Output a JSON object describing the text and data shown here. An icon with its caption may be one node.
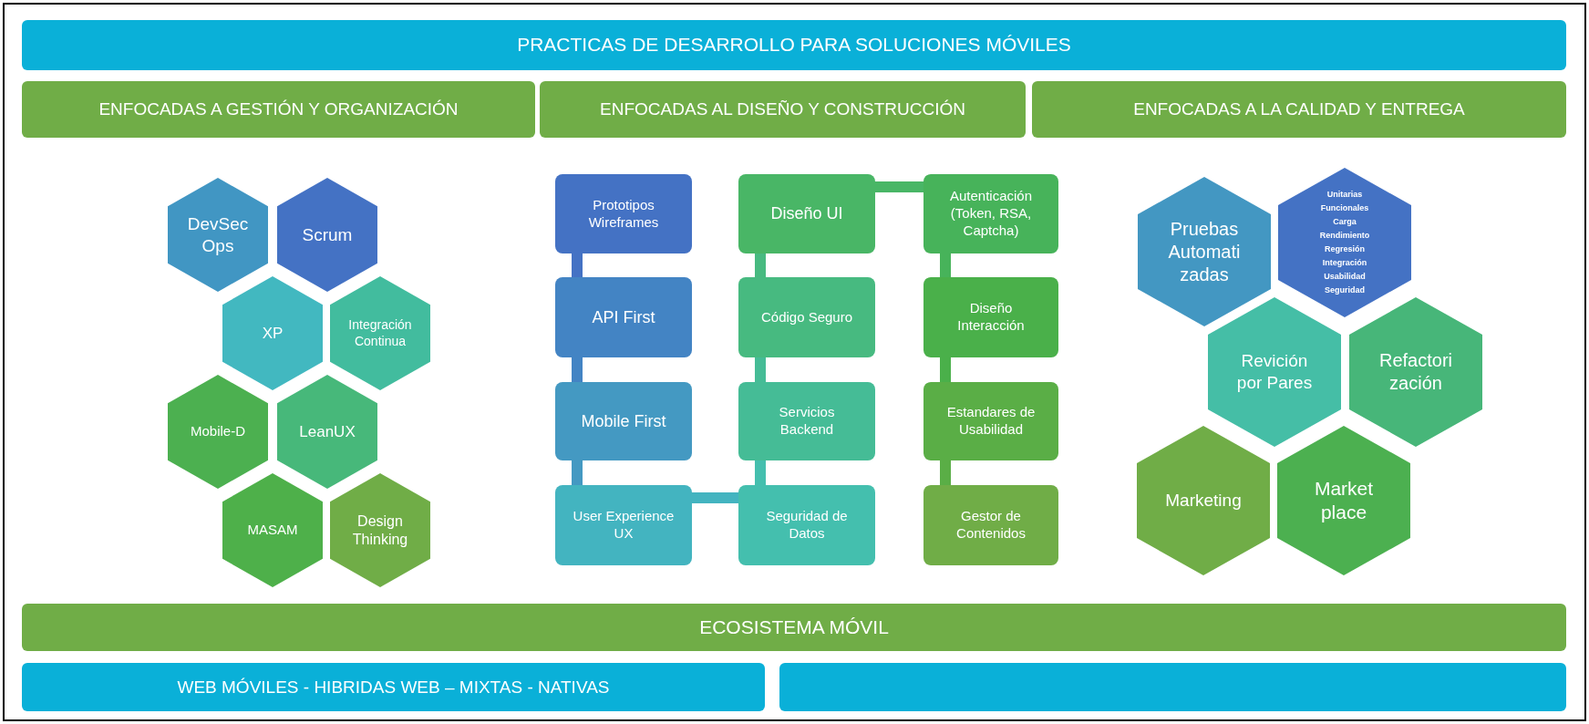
{
  "diagram": {
    "nodes": [
      {
        "text": [
          "PRACTICAS DE DESARROLLO PARA SOLUCIONES MÓVILES"
        ]
      },
      {
        "text": [
          "ENFOCADAS A GESTIÓN Y ORGANIZACIÓN"
        ]
      },
      {
        "text": [
          "ENFOCADAS AL DISEÑO Y CONSTRUCCIÓN"
        ]
      },
      {
        "text": [
          "ENFOCADAS A LA CALIDAD Y ENTREGA"
        ]
      },
      {
        "text": [
          "DevSec Ops"
        ]
      },
      {
        "text": [
          "Scrum"
        ]
      },
      {
        "text": [
          "XP"
        ]
      },
      {
        "text": [
          "Integración Continua"
        ]
      },
      {
        "text": [
          "Mobile-D"
        ]
      },
      {
        "text": [
          "LeanUX"
        ]
      },
      {
        "text": [
          "MASAM"
        ]
      },
      {
        "text": [
          "Design Thinking"
        ]
      },
      {
        "text": [
          "Prototipos Wireframes"
        ]
      },
      {
        "text": [
          "Diseño UI"
        ]
      },
      {
        "text": [
          "Autenticación (Token, RSA, Captcha)"
        ]
      },
      {
        "text": [
          "API First"
        ]
      },
      {
        "text": [
          "Código Seguro"
        ]
      },
      {
        "text": [
          "Diseño Interacción"
        ]
      },
      {
        "text": [
          "Mobile First"
        ]
      },
      {
        "text": [
          "Servicios Backend"
        ]
      },
      {
        "text": [
          "Estandares de Usabilidad"
        ]
      },
      {
        "text": [
          "User Experience UX"
        ]
      },
      {
        "text": [
          "Seguridad de Datos"
        ]
      },
      {
        "text": [
          "Gestor de Contenidos"
        ]
      },
      {
        "text": [
          "Pruebas Automati zadas"
        ]
      },
      {
        "text": [
          "Unitarias",
          "Funcionales",
          "Carga",
          "Rendimiento",
          "Regresión",
          "Integración",
          "Usabilidad",
          "Seguridad"
        ]
      },
      {
        "text": [
          "Revición por Pares"
        ]
      },
      {
        "text": [
          "Refactori zación"
        ]
      },
      {
        "text": [
          "Marketing"
        ]
      },
      {
        "text": [
          "Market place"
        ]
      },
      {
        "text": [
          "ECOSISTEMA MÓVIL"
        ]
      },
      {
        "text": [
          "WEB MÓVILES - HIBRIDAS WEB – MIXTAS - NATIVAS"
        ]
      },
      {
        "text": [],
        "shape": "bar"
      }
    ],
    "edges": [
      {
        "from": 12,
        "to": 15,
        "arrow": "none",
        "color": "#4472c4"
      },
      {
        "from": 15,
        "to": 18,
        "arrow": "none",
        "color": "#4384c4"
      },
      {
        "from": 18,
        "to": 21,
        "arrow": "none",
        "color": "#4499c2"
      },
      {
        "from": 21,
        "to": 22,
        "arrow": "none",
        "color": "#43b4c0"
      },
      {
        "from": 22,
        "to": 19,
        "arrow": "none",
        "color": "#44bfae"
      },
      {
        "from": 19,
        "to": 16,
        "arrow": "none",
        "color": "#45bc96"
      },
      {
        "from": 16,
        "to": 13,
        "arrow": "none",
        "color": "#47ba80"
      },
      {
        "from": 13,
        "to": 14,
        "arrow": "none",
        "color": "#49b666"
      },
      {
        "from": 14,
        "to": 17,
        "arrow": "none",
        "color": "#47b35a"
      },
      {
        "from": 17,
        "to": 20,
        "arrow": "none",
        "color": "#4ab04a"
      },
      {
        "from": 20,
        "to": 23,
        "arrow": "none",
        "color": "#5aae46"
      }
    ]
  }
}
